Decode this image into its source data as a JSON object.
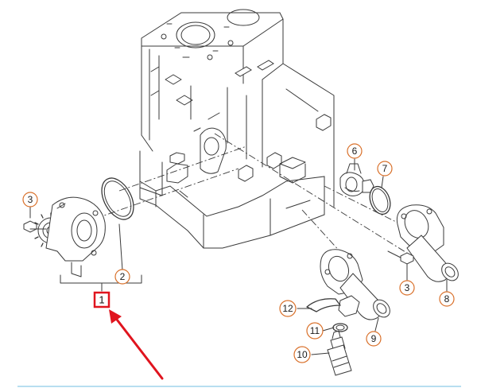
{
  "diagram": {
    "main_part_label": "1",
    "callouts": [
      {
        "id": "c2",
        "label": "2"
      },
      {
        "id": "c3a",
        "label": "3"
      },
      {
        "id": "c3b",
        "label": "3"
      },
      {
        "id": "c6",
        "label": "6"
      },
      {
        "id": "c7",
        "label": "7"
      },
      {
        "id": "c8",
        "label": "8"
      },
      {
        "id": "c9",
        "label": "9"
      },
      {
        "id": "c10",
        "label": "10"
      },
      {
        "id": "c11",
        "label": "11"
      },
      {
        "id": "c12",
        "label": "12"
      }
    ]
  },
  "colors": {
    "line_art": "#3a3a3a",
    "callout_ring": "#d9702a",
    "highlight_box": "#e0141e",
    "arrow": "#e0141e",
    "bottom_rule": "#9fd3ec"
  },
  "icons": {
    "pointer": "red-arrow-icon"
  }
}
